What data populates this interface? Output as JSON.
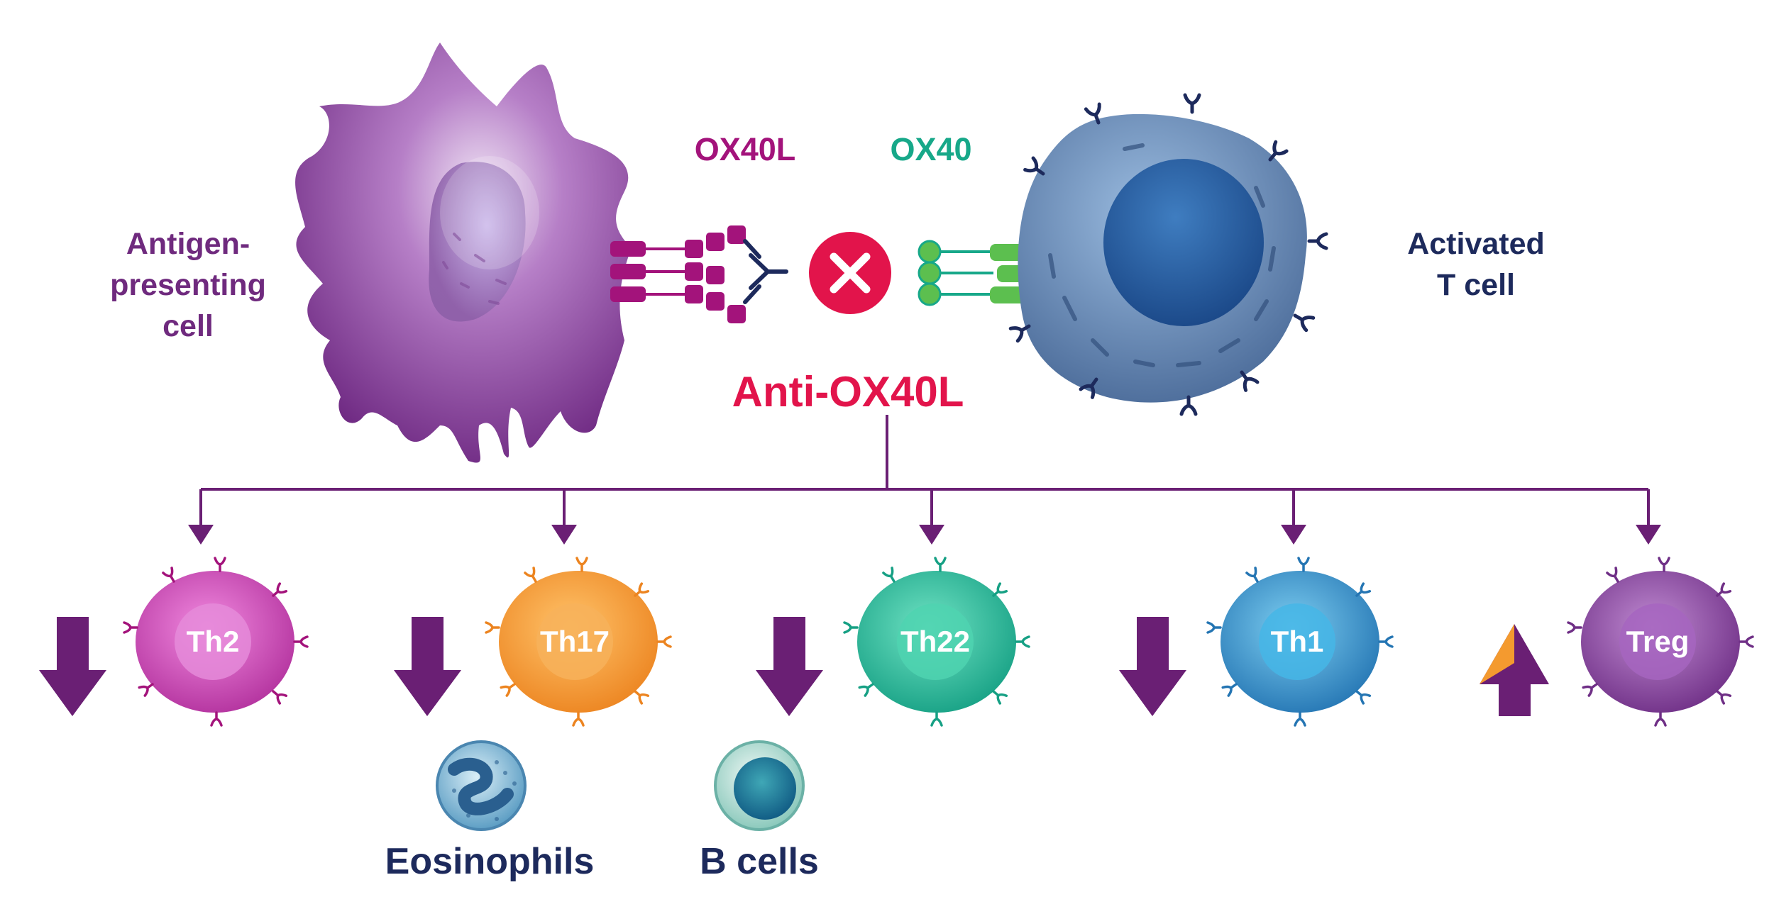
{
  "labels": {
    "antigen_presenting_cell": [
      "Antigen-",
      "presenting",
      "cell"
    ],
    "activated_t_cell": [
      "Activated",
      "T cell"
    ],
    "ox40l": "OX40L",
    "ox40": "OX40",
    "anti_ox40l": "Anti-OX40L"
  },
  "subsets": [
    {
      "name": "Th2",
      "effect": "down"
    },
    {
      "name": "Th17",
      "effect": "down"
    },
    {
      "name": "Th22",
      "effect": "down"
    },
    {
      "name": "Th1",
      "effect": "down"
    },
    {
      "name": "Treg",
      "effect": "up"
    }
  ],
  "downstream": {
    "eosinophils": "Eosinophils",
    "b_cells": "B cells"
  },
  "colors": {
    "apc": "#8b3fa0",
    "t_cell": "#5b80b0",
    "ox40l": "#a3137b",
    "ox40": "#17a889",
    "anti": "#e2144b",
    "arrow": "#6a1f74",
    "navy": "#1d2a5c",
    "th2": "#d048b8",
    "th17": "#f49a2f",
    "th22": "#1fb592",
    "th1": "#2a8bc8",
    "treg": "#8c4aa0",
    "up_arrow_accent": "#f49a2f"
  },
  "icons": [
    "block-x-icon",
    "antibody-icon",
    "down-arrow-icon",
    "up-arrow-icon"
  ]
}
